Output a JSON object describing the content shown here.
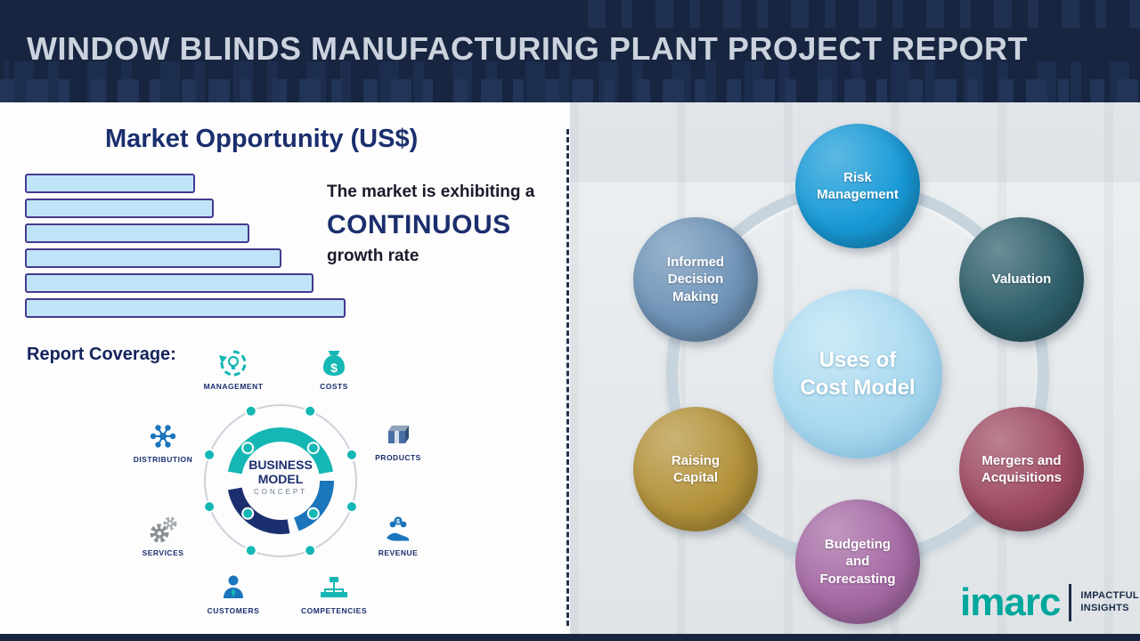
{
  "header": {
    "title": "WINDOW BLINDS MANUFACTURING PLANT PROJECT REPORT"
  },
  "market": {
    "title": "Market Opportunity (US$)",
    "line1": "The market is exhibiting a",
    "line2": "CONTINUOUS",
    "line3": "growth rate"
  },
  "chart_data": {
    "type": "bar",
    "orientation": "horizontal",
    "title": "Market Opportunity (US$)",
    "values": [
      53,
      59,
      70,
      80,
      90,
      100
    ],
    "note": "Six unlabeled decorative bars increasing in length; values are relative lengths (% of longest bar), no axes or tick labels shown",
    "bar_fill": "#bfe4f7",
    "bar_border": "#453a8e",
    "legend": "none",
    "grid": "off"
  },
  "report_coverage": {
    "label": "Report Coverage:",
    "center": [
      "BUSINESS",
      "MODEL",
      "CONCEPT"
    ],
    "items": [
      {
        "label": "MANAGEMENT",
        "icon": "management-cycle-icon"
      },
      {
        "label": "COSTS",
        "icon": "money-bag-icon"
      },
      {
        "label": "DISTRIBUTION",
        "icon": "network-icon"
      },
      {
        "label": "PRODUCTS",
        "icon": "product-box-icon"
      },
      {
        "label": "SERVICES",
        "icon": "gears-icon"
      },
      {
        "label": "REVENUE",
        "icon": "hand-money-icon"
      },
      {
        "label": "CUSTOMERS",
        "icon": "person-icon"
      },
      {
        "label": "COMPETENCIES",
        "icon": "org-chart-icon"
      }
    ]
  },
  "cost_model": {
    "center_line1": "Uses of",
    "center_line2": "Cost Model",
    "center_color": "#a9d9ef",
    "nodes": [
      {
        "label": "Risk Management",
        "color": "#189ad7"
      },
      {
        "label": "Valuation",
        "color": "#2c5d69"
      },
      {
        "label": "Mergers and Acquisitions",
        "color": "#9e4a62"
      },
      {
        "label": "Budgeting and Forecasting",
        "color": "#a569a4"
      },
      {
        "label": "Raising Capital",
        "color": "#b3923a"
      },
      {
        "label": "Informed Decision Making",
        "color": "#6e93b7"
      }
    ]
  },
  "logo": {
    "brand": "imarc",
    "brand_color": "#00a79d",
    "tagline1": "IMPACTFUL",
    "tagline2": "INSIGHTS"
  }
}
